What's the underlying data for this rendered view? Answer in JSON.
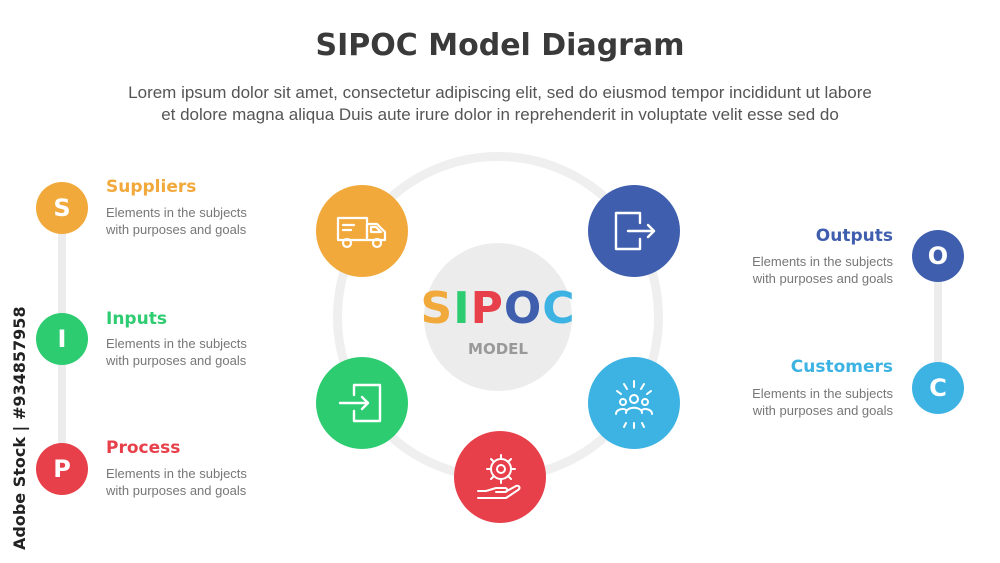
{
  "title": "SIPOC Model Diagram",
  "subtitle_line1": "Lorem ipsum dolor sit amet, consectetur adipiscing elit, sed do eiusmod tempor incididunt ut labore",
  "subtitle_line2": "et dolore magna aliqua Duis aute irure dolor in reprehenderit in voluptate velit esse sed do",
  "colors": {
    "suppliers": "#f2a93b",
    "inputs": "#2ecc71",
    "process": "#e8404a",
    "outputs": "#3f5fae",
    "customers": "#3db3e3",
    "line": "#ececec"
  },
  "left_items": [
    {
      "letter": "S",
      "title": "Suppliers",
      "desc1": "Elements in the subjects",
      "desc2": "with purposes and goals"
    },
    {
      "letter": "I",
      "title": "Inputs",
      "desc1": "Elements in the subjects",
      "desc2": "with purposes and goals"
    },
    {
      "letter": "P",
      "title": "Process",
      "desc1": "Elements in the subjects",
      "desc2": "with purposes and goals"
    }
  ],
  "right_items": [
    {
      "letter": "O",
      "title": "Outputs",
      "desc1": "Elements in the subjects",
      "desc2": "with purposes and goals"
    },
    {
      "letter": "C",
      "title": "Customers",
      "desc1": "Elements in the subjects",
      "desc2": "with purposes and goals"
    }
  ],
  "center": {
    "letters": [
      "S",
      "I",
      "P",
      "O",
      "C"
    ],
    "sub": "MODEL"
  },
  "nodes": [
    {
      "icon": "delivery-truck-icon"
    },
    {
      "icon": "exit-arrow-icon"
    },
    {
      "icon": "enter-arrow-icon"
    },
    {
      "icon": "team-people-icon"
    },
    {
      "icon": "hand-gear-icon"
    }
  ],
  "watermark": "Adobe Stock | #934857958"
}
